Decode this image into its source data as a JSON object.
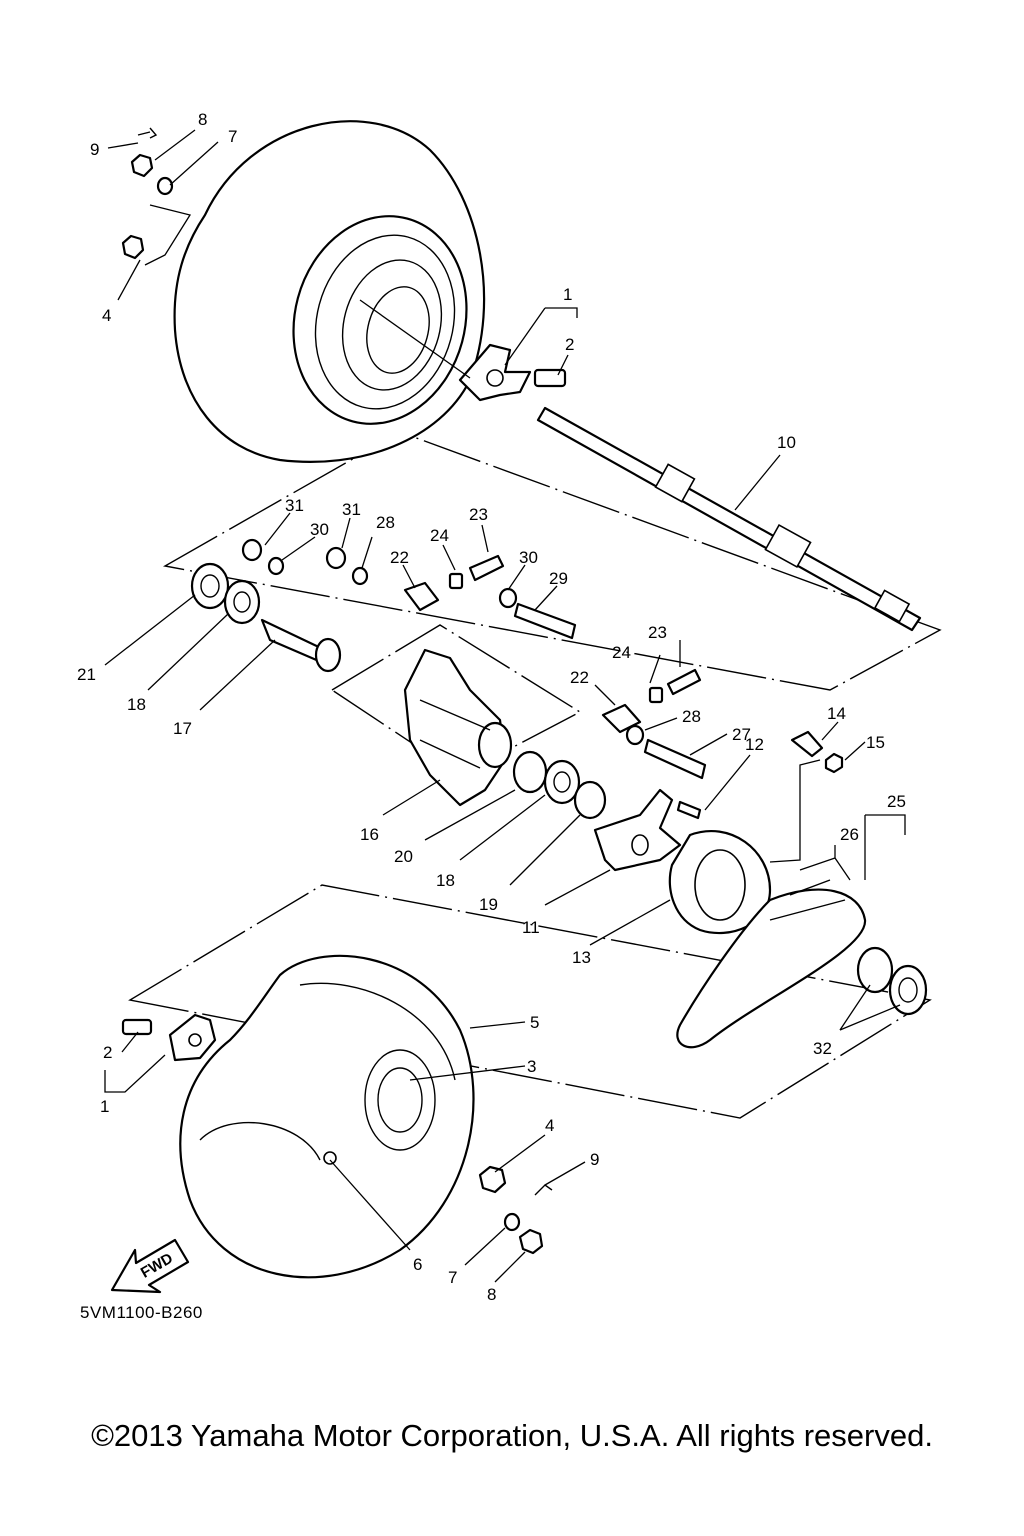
{
  "diagram": {
    "drawing_code": "5VM1100-B260",
    "fwd_label": "FWD",
    "copyright": "©2013 Yamaha Motor Corporation, U.S.A. All rights reserved.",
    "callouts": [
      "1",
      "1",
      "2",
      "2",
      "3",
      "4",
      "4",
      "5",
      "6",
      "7",
      "7",
      "8",
      "8",
      "9",
      "9",
      "10",
      "11",
      "12",
      "13",
      "14",
      "15",
      "16",
      "17",
      "18",
      "18",
      "19",
      "20",
      "21",
      "22",
      "22",
      "23",
      "23",
      "24",
      "24",
      "25",
      "26",
      "27",
      "28",
      "28",
      "29",
      "30",
      "30",
      "31",
      "31",
      "32"
    ]
  }
}
